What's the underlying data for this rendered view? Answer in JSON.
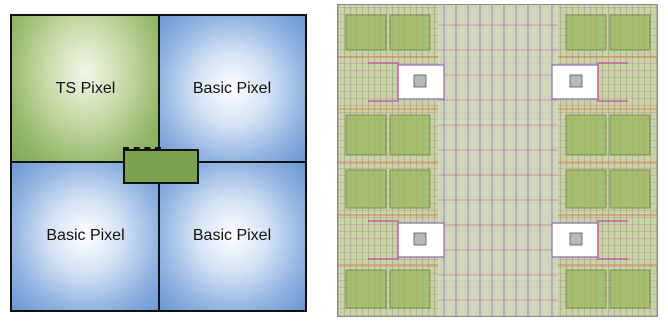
{
  "pixels": {
    "ts_label": "TS Pixel",
    "top_right_label": "Basic Pixel",
    "bottom_left_label": "Basic Pixel",
    "bottom_right_label": "Basic Pixel"
  },
  "colors": {
    "ts_pixel": "#94b86b",
    "basic_pixel": "#6a97d3",
    "shared_block": "#7da24f",
    "grid_line": "#111111"
  }
}
